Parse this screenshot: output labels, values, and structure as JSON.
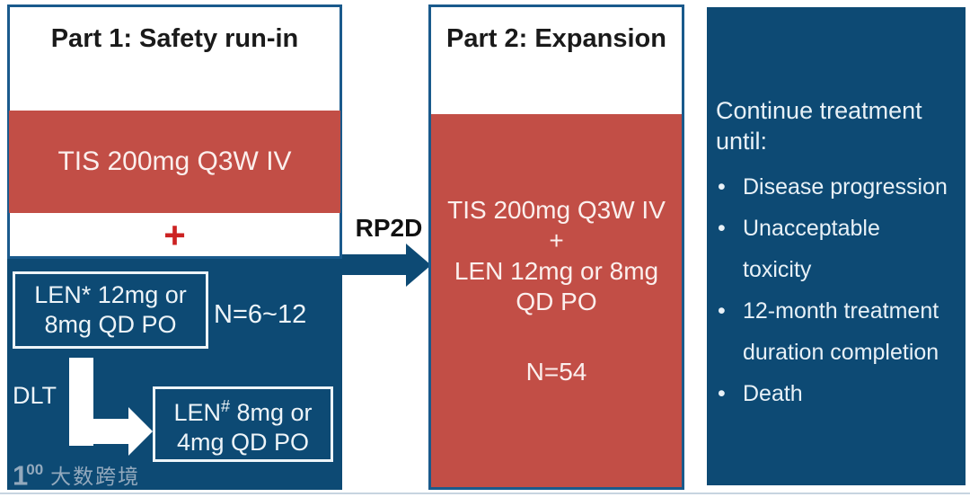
{
  "colors": {
    "panel_blue": "#0D4A74",
    "border_blue": "#1A5A8C",
    "band_red": "#C24E46",
    "plus_red": "#CC2222",
    "title_text": "#1A1A1A",
    "light_text": "#EDF4F8"
  },
  "part1": {
    "title": "Part 1: Safety run-in",
    "tis_label": "TIS 200mg Q3W IV",
    "plus_sign": "+",
    "len_initial_label": "LEN* 12mg or 8mg QD PO",
    "n_label": "N=6~12",
    "dlt_label": "DLT",
    "len_reduced_prefix": "LEN",
    "len_reduced_sup": "#",
    "len_reduced_rest": " 8mg or 4mg QD PO"
  },
  "transition": {
    "rp2d_label": "RP2D"
  },
  "part2": {
    "title": "Part 2: Expansion",
    "regimen_line1": "TIS 200mg Q3W IV",
    "plus_sign": "+",
    "regimen_line2": "LEN 12mg or 8mg QD PO",
    "n_label": "N=54"
  },
  "part3": {
    "heading": "Continue treatment until:",
    "bullet_char": "•",
    "bullets": [
      "Disease progression",
      "Unacceptable toxicity",
      "12-month treatment duration completion",
      "Death"
    ]
  },
  "watermark": {
    "logo_main": "1",
    "logo_sup": "00",
    "text": "大数跨境"
  }
}
